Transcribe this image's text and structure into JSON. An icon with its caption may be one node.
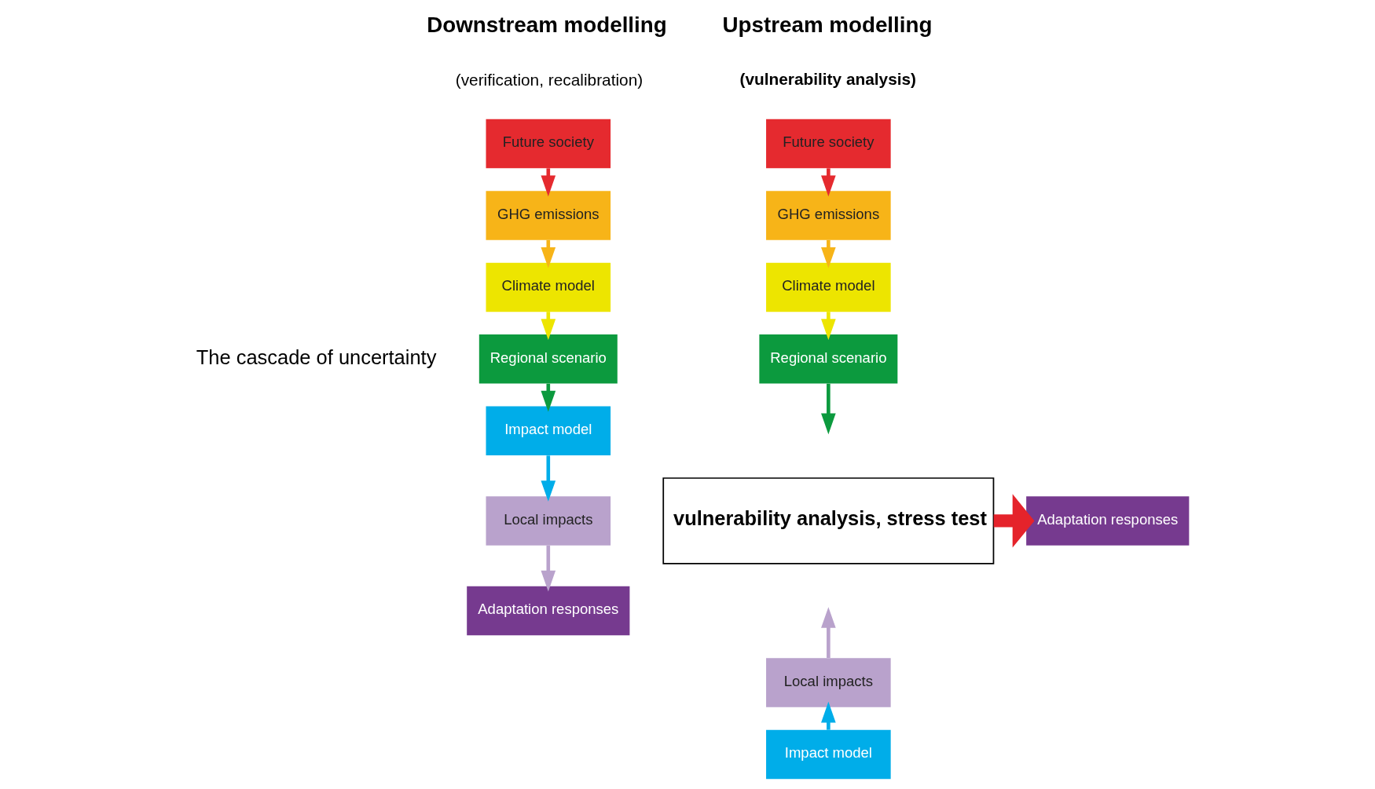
{
  "diagram": {
    "nodes": [
      {
        "text": [
          "Future society"
        ]
      },
      {
        "text": [
          "GHG emissions"
        ]
      },
      {
        "text": [
          "Climate model"
        ]
      },
      {
        "text": [
          "Regional scenario"
        ]
      },
      {
        "text": [
          "Impact model"
        ]
      },
      {
        "text": [
          "Local impacts"
        ]
      },
      {
        "text": [
          "Adaptation responses"
        ]
      },
      {
        "text": [
          "Future society"
        ]
      },
      {
        "text": [
          "GHG emissions"
        ]
      },
      {
        "text": [
          "Climate model"
        ]
      },
      {
        "text": [
          "Regional scenario"
        ]
      },
      {
        "text": [
          "vulnerability analysis, stress test"
        ]
      },
      {
        "text": [
          "Adaptation responses"
        ]
      },
      {
        "text": [
          "Local impacts"
        ]
      },
      {
        "text": [
          "Impact model"
        ]
      }
    ],
    "edges": [
      {
        "from": 0,
        "to": 1,
        "arrow": "to",
        "color": "#e52a2f"
      },
      {
        "from": 1,
        "to": 2,
        "arrow": "to",
        "color": "#f7b418"
      },
      {
        "from": 2,
        "to": 3,
        "arrow": "to",
        "color": "#ede500"
      },
      {
        "from": 3,
        "to": 4,
        "arrow": "to",
        "color": "#0c9a3e"
      },
      {
        "from": 4,
        "to": 5,
        "arrow": "to",
        "color": "#00ade9"
      },
      {
        "from": 5,
        "to": 6,
        "arrow": "to",
        "color": "#b9a2cc"
      },
      {
        "from": 7,
        "to": 8,
        "arrow": "to",
        "color": "#e52a2f"
      },
      {
        "from": 8,
        "to": 9,
        "arrow": "to",
        "color": "#f7b418"
      },
      {
        "from": 9,
        "to": 10,
        "arrow": "to",
        "color": "#ede500"
      },
      {
        "from": 10,
        "to": null,
        "arrow": "to",
        "color": "#0c9a3e"
      },
      {
        "from": 11,
        "to": 12,
        "arrow": "to",
        "style": "thick",
        "color": "#e5232b"
      },
      {
        "from": 14,
        "to": 13,
        "arrow": "to",
        "color": "#00ade9"
      },
      {
        "from": 13,
        "to": null,
        "arrow": "to",
        "color": "#b9a2cc"
      }
    ],
    "labels": [
      "Downstream modelling",
      "(verification, recalibration)",
      "Upstream modelling",
      "(vulnerability analysis)",
      "The cascade of uncertainty"
    ]
  }
}
